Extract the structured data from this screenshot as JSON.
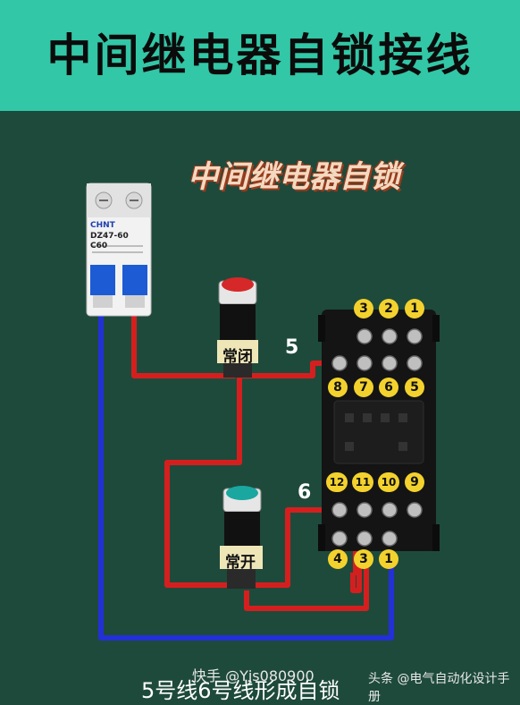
{
  "title": "中间继电器自锁接线",
  "subtitle": "中间继电器自锁",
  "breaker": {
    "brand": "CHNT",
    "model": "DZ47-60",
    "rating": "C60"
  },
  "button_nc": {
    "label": "常闭",
    "color": "#d62828"
  },
  "button_no": {
    "label": "常开",
    "color": "#1aa7a0"
  },
  "wire_labels": {
    "line5": "5",
    "line6": "6"
  },
  "relay": {
    "top_row": [
      "3",
      "2",
      "1"
    ],
    "row2": [
      "8",
      "7",
      "6",
      "5"
    ],
    "row3": [
      "12",
      "11",
      "10",
      "9"
    ],
    "bottom_row": [
      "4",
      "3",
      "1"
    ]
  },
  "caption": "5号线6号线形成自锁",
  "watermark_left": "快手 @Yjs080900",
  "watermark_right": "头条 @电气自动化设计手册",
  "colors": {
    "header_bg": "#32c7a6",
    "board_bg": "#1e4a3b",
    "wire_red": "#d51f1f",
    "wire_blue": "#2330d6",
    "terminal_yellow": "#f3d22e"
  }
}
